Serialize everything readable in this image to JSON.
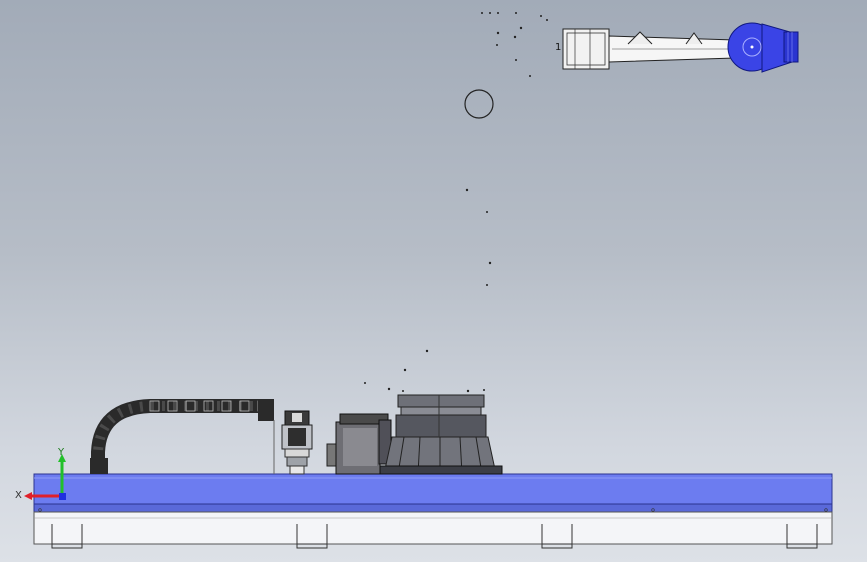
{
  "viewport": {
    "background_top": "#a2abb8",
    "background_bottom": "#dde1e7"
  },
  "triad": {
    "x_label": "X",
    "y_label": "Y",
    "x_color": "#e0202a",
    "y_color": "#22c02a",
    "z_color": "#2030e0"
  },
  "model": {
    "base_color": "#6c7cf0",
    "selection_color": "#3a44e6",
    "robot_arm_label": "1"
  },
  "icons": {
    "triad": "coordinate-triad-icon"
  }
}
